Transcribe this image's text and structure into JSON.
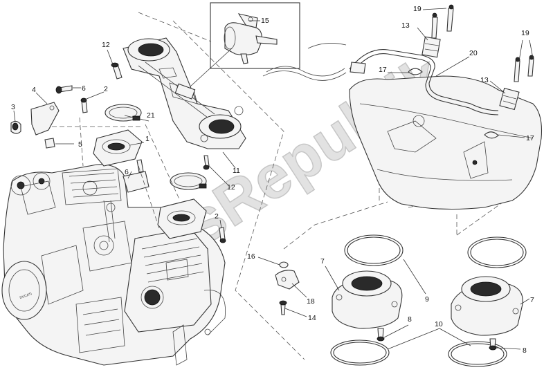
{
  "watermark": "PartsRepublik",
  "engine_brand": "DUCATI",
  "callouts": [
    {
      "id": "c1",
      "text": "1"
    },
    {
      "id": "c2a",
      "text": "2"
    },
    {
      "id": "c2b",
      "text": "2"
    },
    {
      "id": "c3",
      "text": "3"
    },
    {
      "id": "c4",
      "text": "4"
    },
    {
      "id": "c5",
      "text": "5"
    },
    {
      "id": "c6a",
      "text": "6"
    },
    {
      "id": "c6b",
      "text": "6"
    },
    {
      "id": "c7a",
      "text": "7"
    },
    {
      "id": "c7b",
      "text": "7"
    },
    {
      "id": "c8a",
      "text": "8"
    },
    {
      "id": "c8b",
      "text": "8"
    },
    {
      "id": "c9",
      "text": "9"
    },
    {
      "id": "c10",
      "text": "10"
    },
    {
      "id": "c11",
      "text": "11"
    },
    {
      "id": "c12a",
      "text": "12"
    },
    {
      "id": "c12b",
      "text": "12"
    },
    {
      "id": "c13a",
      "text": "13"
    },
    {
      "id": "c13b",
      "text": "13"
    },
    {
      "id": "c14",
      "text": "14"
    },
    {
      "id": "c15",
      "text": "15"
    },
    {
      "id": "c16",
      "text": "16"
    },
    {
      "id": "c17a",
      "text": "17"
    },
    {
      "id": "c17b",
      "text": "17"
    },
    {
      "id": "c18",
      "text": "18"
    },
    {
      "id": "c19a",
      "text": "19"
    },
    {
      "id": "c19b",
      "text": "19"
    },
    {
      "id": "c20",
      "text": "20"
    },
    {
      "id": "c21",
      "text": "21"
    }
  ]
}
